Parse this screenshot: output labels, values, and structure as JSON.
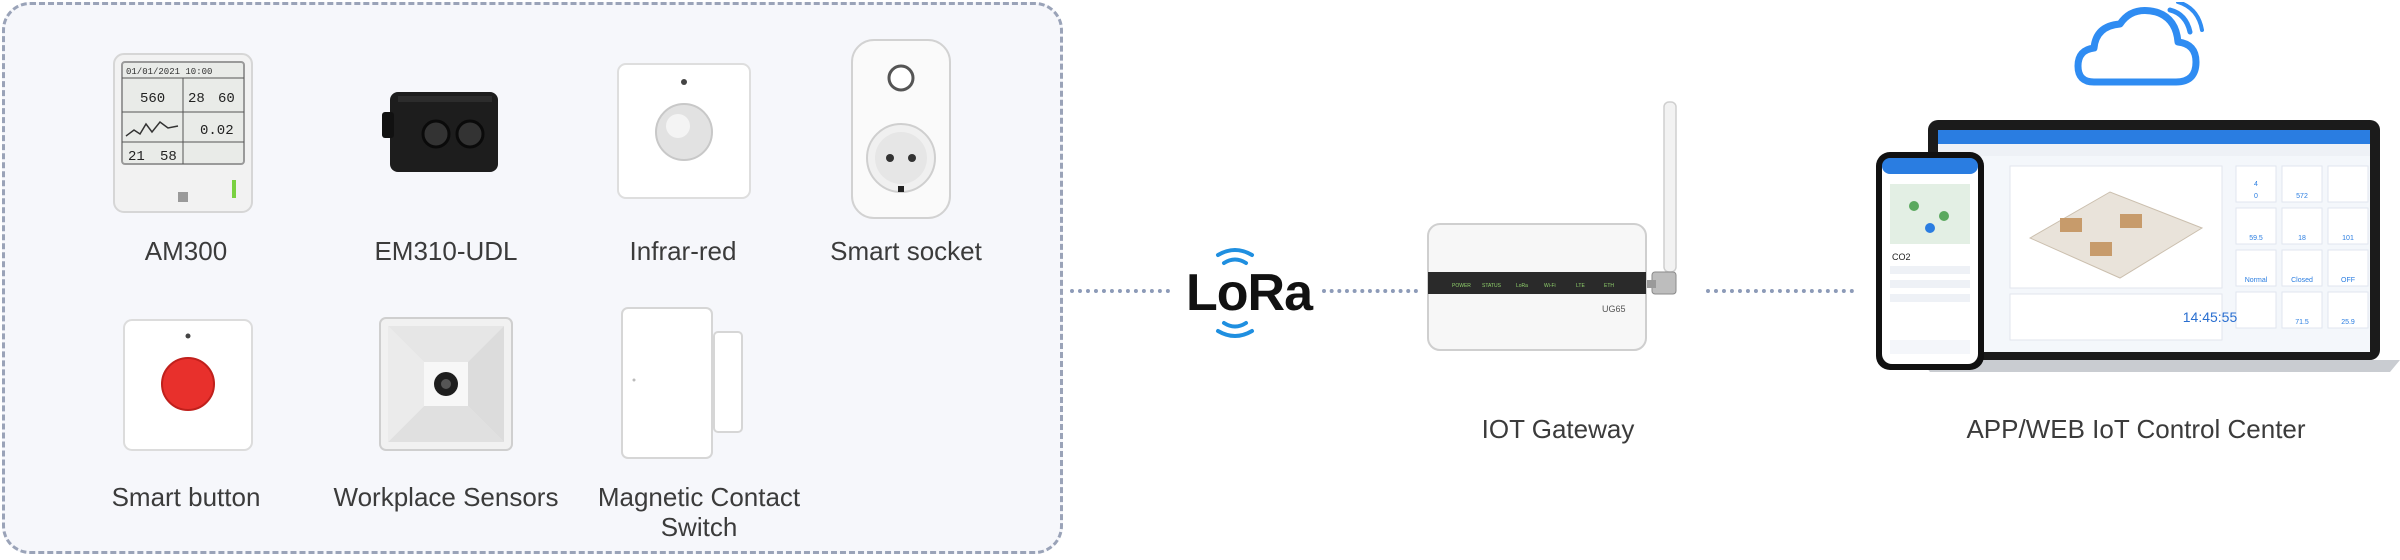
{
  "sensors": {
    "am300": {
      "label": "AM300",
      "readings": [
        "01/01/2021 10:00",
        "560",
        "28",
        "60",
        "0.02",
        "21",
        "58"
      ]
    },
    "em310": {
      "label": "EM310-UDL"
    },
    "infrared": {
      "label": "Infrar-red"
    },
    "socket": {
      "label": "Smart socket"
    },
    "button": {
      "label": "Smart button"
    },
    "workplace": {
      "label": "Workplace Sensors"
    },
    "magnetic": {
      "label_line1": "Magnetic Contact",
      "label_line2": "Switch"
    }
  },
  "lora": {
    "text": "LoRa"
  },
  "gateway": {
    "label": "IOT Gateway",
    "model": "UG65",
    "leds": [
      "POWER",
      "STATUS",
      "LoRa",
      "Wi-Fi",
      "LTE",
      "ETH"
    ]
  },
  "control_center": {
    "label": "APP/WEB IoT Control Center",
    "screen": {
      "clock": "14:45:55",
      "phone_metric": "CO2",
      "tiles": [
        "4",
        "572",
        "0",
        "59.5",
        "18",
        "101",
        "Normal",
        "Closed",
        "OFF",
        "71.5",
        "25.9"
      ]
    }
  },
  "colors": {
    "panel_border": "#9aa3b8",
    "connector": "#8d9bb8",
    "lora_waves": "#1f8fe0",
    "cloud": "#2f8cf2",
    "button_red": "#e8302c",
    "app_blue": "#2a7de1"
  }
}
